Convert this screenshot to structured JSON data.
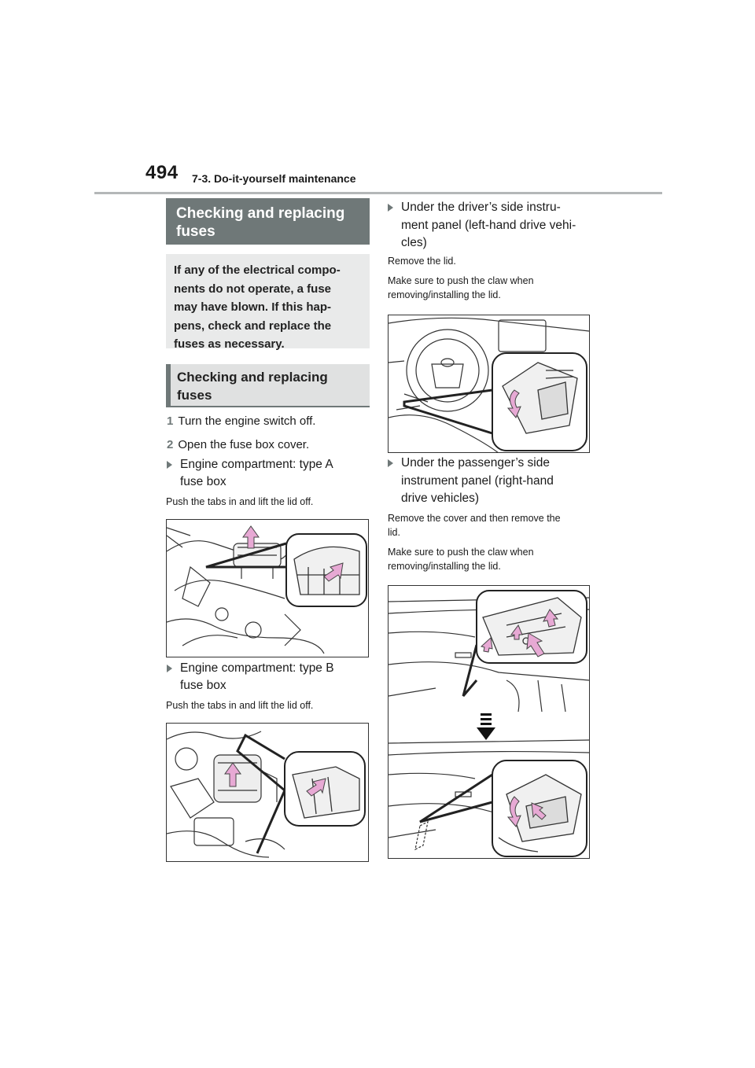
{
  "header": {
    "page_number": "494",
    "section": "7-3. Do-it-yourself maintenance"
  },
  "left": {
    "title_line1": "Checking and replacing",
    "title_line2": "fuses",
    "intro_lines": [
      "If any of the electrical compo-",
      "nents do not operate, a fuse",
      "may have blown. If this hap-",
      "pens, check and replace the",
      "fuses as necessary."
    ],
    "subheading_line1": "Checking and replacing",
    "subheading_line2": "fuses",
    "step1_num": "1",
    "step1_text": "Turn the engine switch off.",
    "step2_num": "2",
    "step2_text": "Open the fuse box cover.",
    "typeA_line1": "Engine compartment: type A",
    "typeA_line2": "fuse box",
    "typeA_note": "Push the tabs in and lift the lid off.",
    "typeB_line1": "Engine compartment: type B",
    "typeB_line2": "fuse box",
    "typeB_note": "Push the tabs in and lift the lid off."
  },
  "right": {
    "driver_line1": "Under the driver’s side instru-",
    "driver_line2": "ment panel (left-hand drive vehi-",
    "driver_line3": "cles)",
    "driver_note1": "Remove the lid.",
    "driver_note2_line1": "Make sure to push the claw when",
    "driver_note2_line2": "removing/installing the lid.",
    "passenger_line1": "Under the passenger’s side",
    "passenger_line2": "instrument panel (right-hand",
    "passenger_line3": "drive vehicles)",
    "passenger_note1_line1": "Remove the cover and then remove the",
    "passenger_note1_line2": "lid.",
    "passenger_note2_line1": "Make sure to push the claw when",
    "passenger_note2_line2": "removing/installing the lid."
  },
  "colors": {
    "accent_gray": "#6f7878",
    "arrow_pink": "#e7a9d4"
  }
}
